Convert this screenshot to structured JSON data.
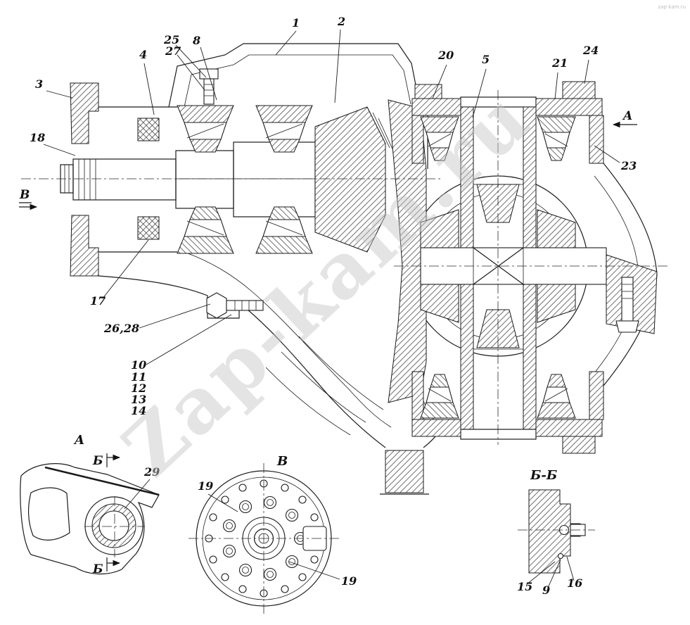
{
  "page": {
    "background": "#ffffff",
    "ink": "#1b1b1b"
  },
  "watermark": {
    "text": "Zap-kam.ru",
    "corner_text": "zap-kam.ru",
    "color": "#c5c5c5"
  },
  "direction_labels": {
    "left": "В",
    "right": "A"
  },
  "section_marks": {
    "top": "Б",
    "bottom": "Б"
  },
  "view_titles": {
    "view_a": "A",
    "view_b": "В",
    "section_bb": "Б-Б"
  },
  "callouts": [
    {
      "text": "1"
    },
    {
      "text": "2"
    },
    {
      "text": "25"
    },
    {
      "text": "27"
    },
    {
      "text": "8"
    },
    {
      "text": "4"
    },
    {
      "text": "3"
    },
    {
      "text": "18"
    },
    {
      "text": "20"
    },
    {
      "text": "5"
    },
    {
      "text": "21"
    },
    {
      "text": "24"
    },
    {
      "text": "23"
    },
    {
      "text": "17"
    },
    {
      "text": "26,28"
    },
    {
      "text": "10"
    },
    {
      "text": "11"
    },
    {
      "text": "12"
    },
    {
      "text": "13"
    },
    {
      "text": "14"
    },
    {
      "text": "29"
    },
    {
      "text": "19"
    },
    {
      "text": "19"
    },
    {
      "text": "15"
    },
    {
      "text": "9"
    },
    {
      "text": "16"
    }
  ]
}
